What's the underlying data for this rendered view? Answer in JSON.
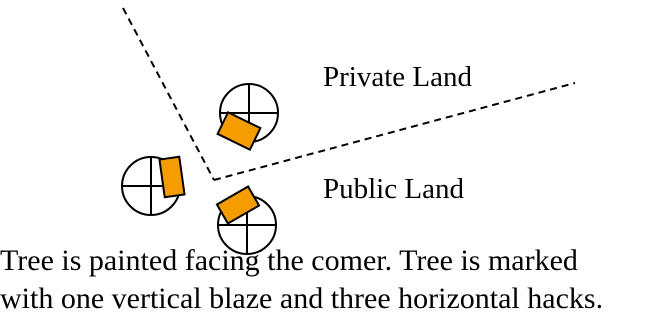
{
  "labels": {
    "private_land": "Private Land",
    "public_land": "Public Land"
  },
  "caption": {
    "line1": "Tree is painted facing the comer.  Tree is marked",
    "line2": "with one vertical blaze and three horizontal hacks."
  },
  "colors": {
    "blaze_fill": "#f59c00",
    "stroke": "#000000",
    "background": "#ffffff"
  },
  "icons": {
    "tree": "tree-crosshair-icon",
    "blaze": "paint-blaze-icon"
  }
}
